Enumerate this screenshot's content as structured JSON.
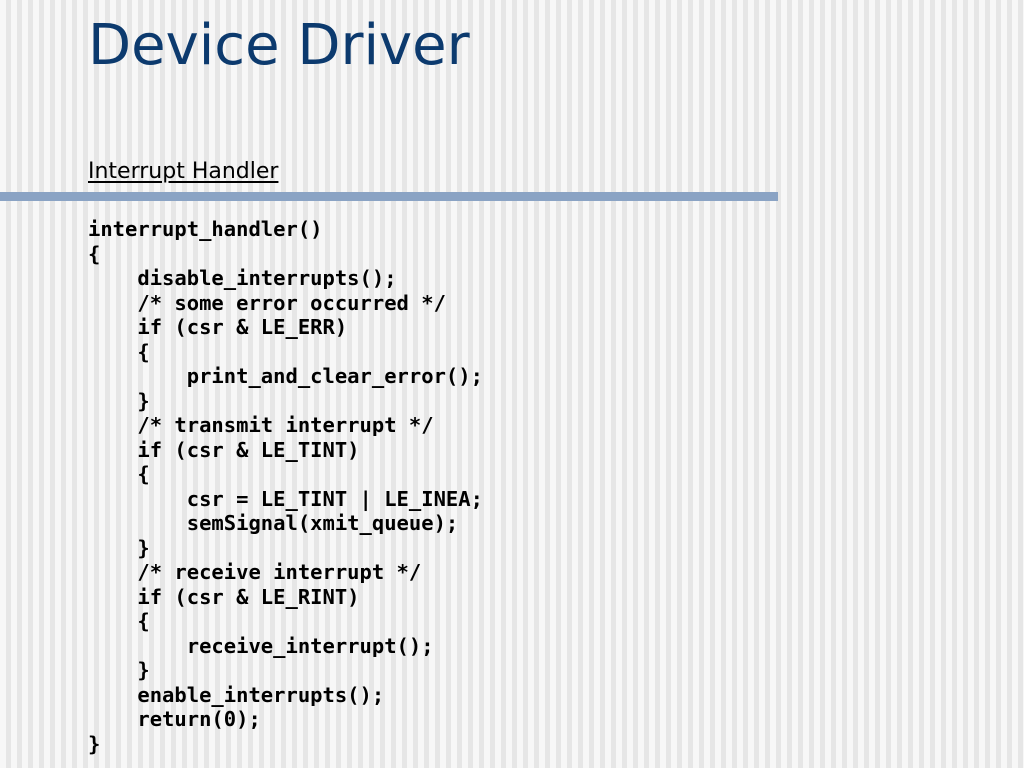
{
  "slide": {
    "title": "Device Driver",
    "subtitle": "Interrupt Handler"
  },
  "code": {
    "lines": [
      "interrupt_handler()",
      "{",
      "    disable_interrupts();",
      "    /* some error occurred */",
      "    if (csr & LE_ERR)",
      "    {",
      "        print_and_clear_error();",
      "    }",
      "    /* transmit interrupt */",
      "    if (csr & LE_TINT)",
      "    {",
      "        csr = LE_TINT | LE_INEA;",
      "        semSignal(xmit_queue);",
      "    }",
      "    /* receive interrupt */",
      "    if (csr & LE_RINT)",
      "    {",
      "        receive_interrupt();",
      "    }",
      "    enable_interrupts();",
      "    return(0);",
      "}"
    ]
  },
  "colors": {
    "title": "#0c3a6e",
    "divider": "#8aa3c4",
    "text": "#000000"
  }
}
